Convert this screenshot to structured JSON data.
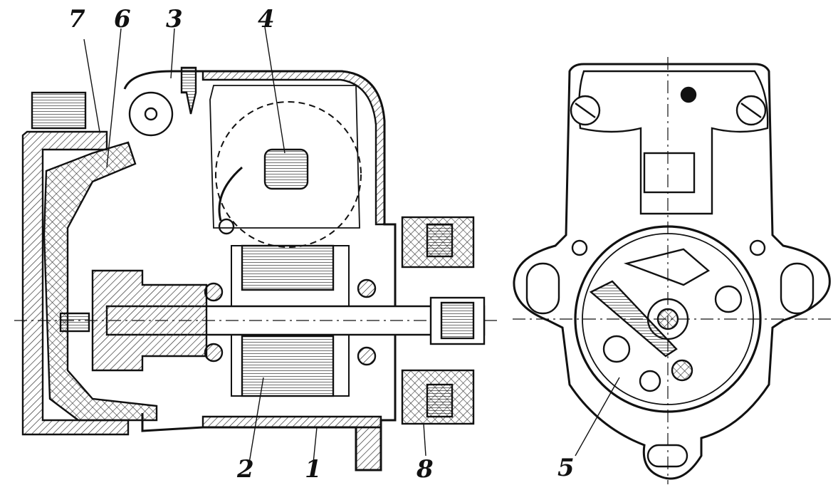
{
  "colors": {
    "ink": "#111111",
    "paper": "#ffffff",
    "hatch": "#333333"
  },
  "labels": {
    "l1": "1",
    "l2": "2",
    "l3": "3",
    "l4": "4",
    "l5": "5",
    "l6": "6",
    "l7": "7",
    "l8": "8"
  }
}
